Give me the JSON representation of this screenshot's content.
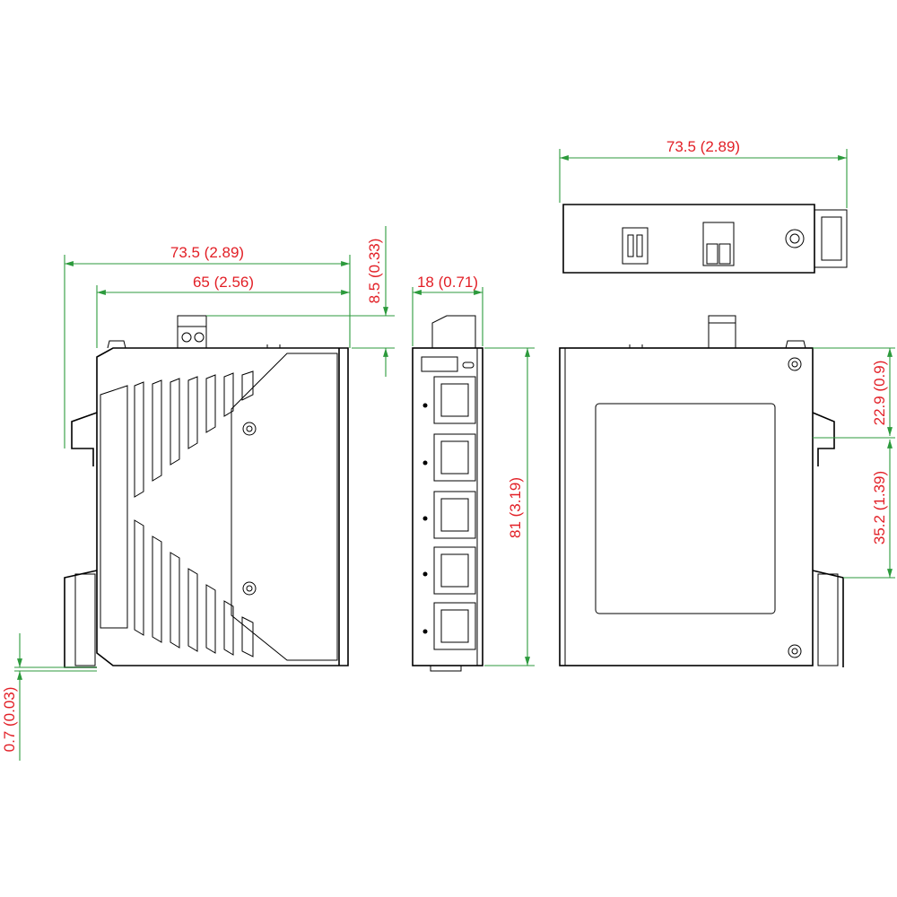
{
  "colors": {
    "outline": "#000000",
    "dimension_line": "#2c9a3c",
    "dimension_text": "#e21f26",
    "background": "#ffffff"
  },
  "dimensions": {
    "side_overall_width": "73.5 (2.89)",
    "side_body_width": "65 (2.56)",
    "connector_height": "8.5 (0.33)",
    "rail_offset": "0.7 (0.03)",
    "front_width": "18 (0.71)",
    "front_height": "81 (3.19)",
    "top_width": "73.5 (2.89)",
    "rear_top_offset": "22.9 (0.9)",
    "rear_hole_spacing": "35.2 (1.39)"
  }
}
